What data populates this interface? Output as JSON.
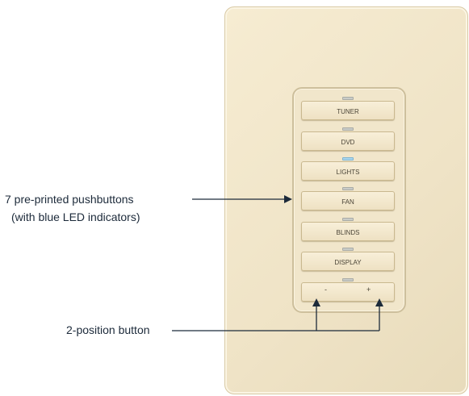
{
  "labels": {
    "pushbuttons_line1": "7 pre-printed pushbuttons",
    "pushbuttons_line2": "(with blue LED indicators)",
    "two_position": "2-position button"
  },
  "buttons": [
    {
      "label": "TUNER",
      "led": "off"
    },
    {
      "label": "DVD",
      "led": "off"
    },
    {
      "label": "LIGHTS",
      "led": "on"
    },
    {
      "label": "FAN",
      "led": "off"
    },
    {
      "label": "BLINDS",
      "led": "off"
    },
    {
      "label": "DISPLAY",
      "led": "off"
    }
  ],
  "rocker": {
    "minus": "-",
    "plus": "+",
    "led": "off"
  },
  "colors": {
    "plate": "#efe3c6",
    "led_on": "#a9d6ee",
    "led_off": "#c9ccc8",
    "callout": "#1c2a3a"
  }
}
